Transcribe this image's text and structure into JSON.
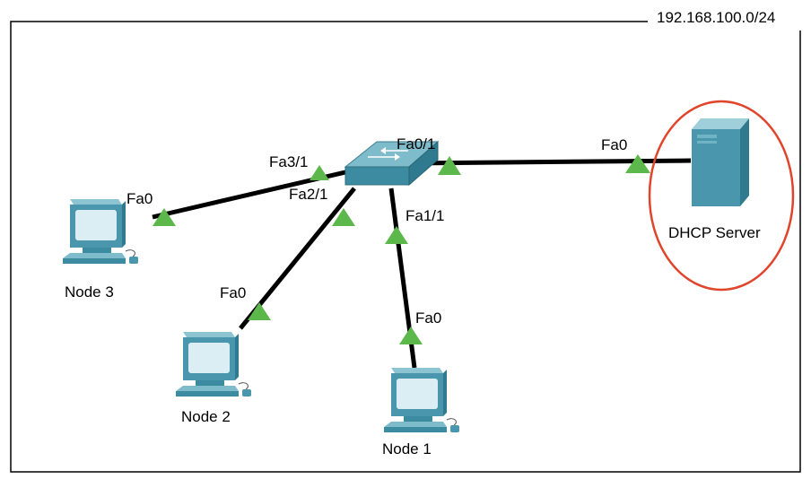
{
  "subnet_label": "192.168.100.0/24",
  "nodes": {
    "switch": {
      "name": "",
      "ports": {
        "fa0_1": "Fa0/1",
        "fa1_1": "Fa1/1",
        "fa2_1": "Fa2/1",
        "fa3_1": "Fa3/1"
      }
    },
    "dhcp_server": {
      "name": "DHCP Server",
      "port": "Fa0",
      "highlight_color": "#e0452c"
    },
    "node1": {
      "name": "Node 1",
      "port": "Fa0"
    },
    "node2": {
      "name": "Node 2",
      "port": "Fa0"
    },
    "node3": {
      "name": "Node 3",
      "port": "Fa0"
    }
  },
  "colors": {
    "link": "#000000",
    "link_up_marker": "#5cb84a",
    "device": "#4a97ad"
  }
}
